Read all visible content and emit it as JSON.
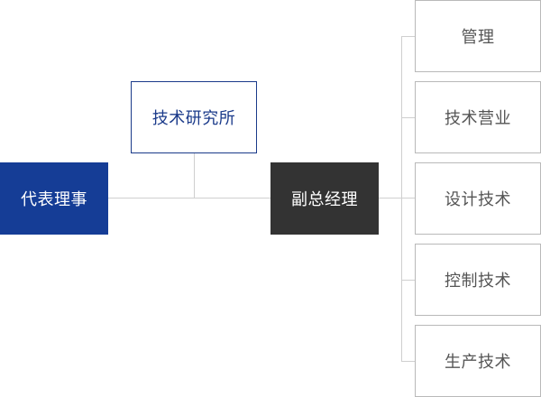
{
  "chart": {
    "ceo": "代表理事",
    "research_lab": "技术研究所",
    "vice_president": "副总经理",
    "departments": [
      "管理",
      "技术营业",
      "设计技术",
      "控制技术",
      "生产技术"
    ]
  },
  "colors": {
    "ceo_bg": "#153d96",
    "research_lab_border": "#1a3a8a",
    "vice_president_bg": "#333333",
    "department_border": "#b9b9b9",
    "connector": "#cfcfcf"
  }
}
